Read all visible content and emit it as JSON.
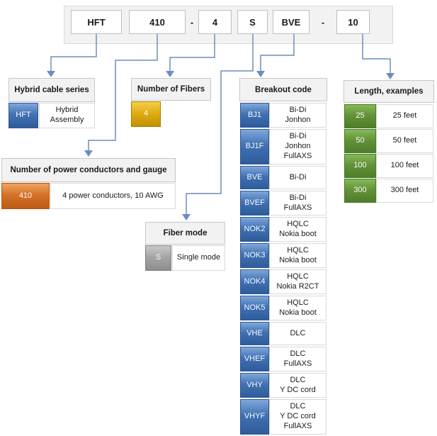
{
  "part_number": {
    "segments": [
      {
        "label": "HFT"
      },
      {
        "label": "410"
      },
      {
        "label": "4"
      },
      {
        "label": "S"
      },
      {
        "label": "BVE"
      },
      {
        "label": "10"
      }
    ],
    "separators": [
      "-",
      "-"
    ]
  },
  "hybrid_series": {
    "title": "Hybrid cable series",
    "code": "HFT",
    "description": "Hybrid\nAssembly"
  },
  "fibers": {
    "title": "Number of Fibers",
    "code": "4"
  },
  "power": {
    "title": "Number of power conductors and gauge",
    "code": "410",
    "description": "4 power conductors, 10 AWG"
  },
  "fiber_mode": {
    "title": "Fiber mode",
    "code": "S",
    "description": "Single mode"
  },
  "breakout": {
    "title": "Breakout code",
    "rows": [
      {
        "code": "BJ1",
        "description": "Bi-Di\nJonhon"
      },
      {
        "code": "BJ1F",
        "description": "Bi-Di\nJonhon\nFullAXS"
      },
      {
        "code": "BVE",
        "description": "Bi-Di"
      },
      {
        "code": "BVEF",
        "description": "Bi-Di\nFullAXS"
      },
      {
        "code": "NOK2",
        "description": "HQLC\nNokia boot"
      },
      {
        "code": "NOK3",
        "description": "HQLC\nNokia boot"
      },
      {
        "code": "NOK4",
        "description": "HQLC\nNokia R2CT"
      },
      {
        "code": "NOK5",
        "description": "HQLC\nNokia boot"
      },
      {
        "code": "VHE",
        "description": "DLC"
      },
      {
        "code": "VHEF",
        "description": "DLC\nFullAXS"
      },
      {
        "code": "VHY",
        "description": "DLC\nY DC cord"
      },
      {
        "code": "VHYF",
        "description": "DLC\nY DC cord\nFullAXS"
      }
    ]
  },
  "length": {
    "title": "Length, examples",
    "rows": [
      {
        "code": "25",
        "description": "25 feet"
      },
      {
        "code": "50",
        "description": "50 feet"
      },
      {
        "code": "100",
        "description": "100 feet"
      },
      {
        "code": "300",
        "description": "300 feet"
      }
    ]
  },
  "colors": {
    "blue_accent": "#3f6eb0",
    "orange_accent": "#c8651c",
    "gold_accent": "#d9a400",
    "gray_accent": "#a6a6a6",
    "green_accent": "#6a9c42",
    "connector": "#6c8ebf",
    "header_fill": "#f2f2f2"
  }
}
